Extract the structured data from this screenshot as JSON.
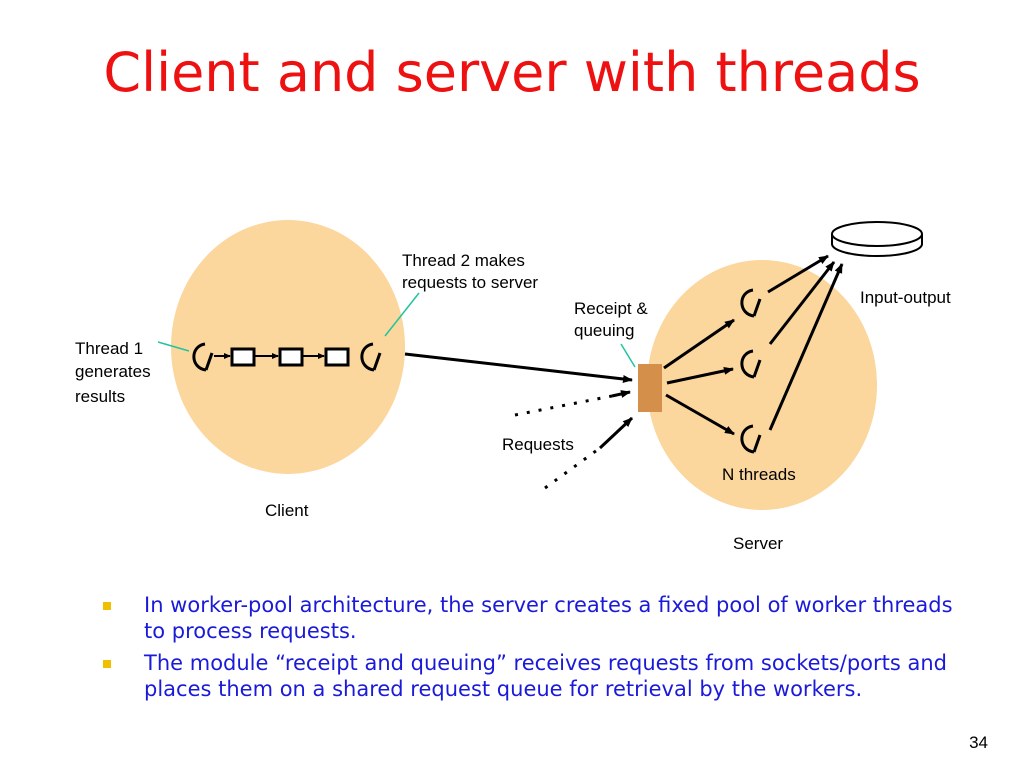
{
  "title": "Client and server with threads",
  "diagram": {
    "labels": {
      "thread1": [
        "Thread 1",
        "generates",
        "results"
      ],
      "thread2": [
        "Thread 2 makes",
        "requests to server"
      ],
      "receipt": [
        "Receipt &",
        "queuing"
      ],
      "input_output": "Input-output",
      "requests": "Requests",
      "n_threads": "N threads",
      "client": "Client",
      "server": "Server"
    },
    "colors": {
      "circle_fill": "#fbd69d",
      "queue_fill": "#d4904a",
      "leader_line": "#22c4a0",
      "arrow": "#000000"
    }
  },
  "bullets": [
    "In worker-pool architecture, the server creates a fixed pool of worker threads to process requests.",
    "The module “receipt and queuing” receives requests from sockets/ports and places them on a shared request queue for retrieval by the workers."
  ],
  "page_number": "34"
}
